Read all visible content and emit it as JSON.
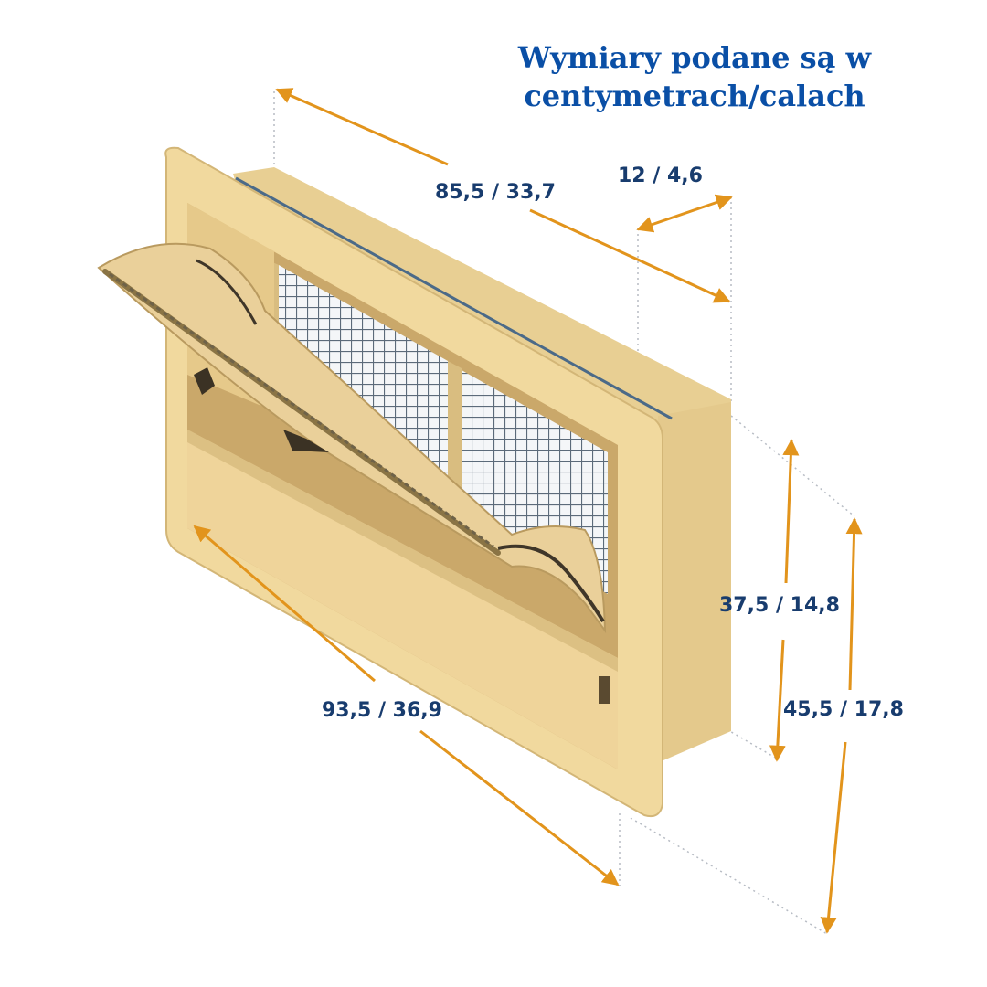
{
  "title": {
    "line1": "Wymiary podane są w",
    "line2": "centymetrach/calach"
  },
  "dimensions": {
    "top_length": "85,5 / 33,7",
    "depth": "12 / 4,6",
    "inner_height": "37,5 / 14,8",
    "outer_height": "45,5 / 17,8",
    "bottom_length": "93,5 / 36,9"
  },
  "colors": {
    "title": "#0a4fa6",
    "label": "#183c6e",
    "arrow": "#e2941c",
    "frame": "#f0d598",
    "frame_shade": "#d9bd80",
    "mesh": "#6a7a8a"
  }
}
